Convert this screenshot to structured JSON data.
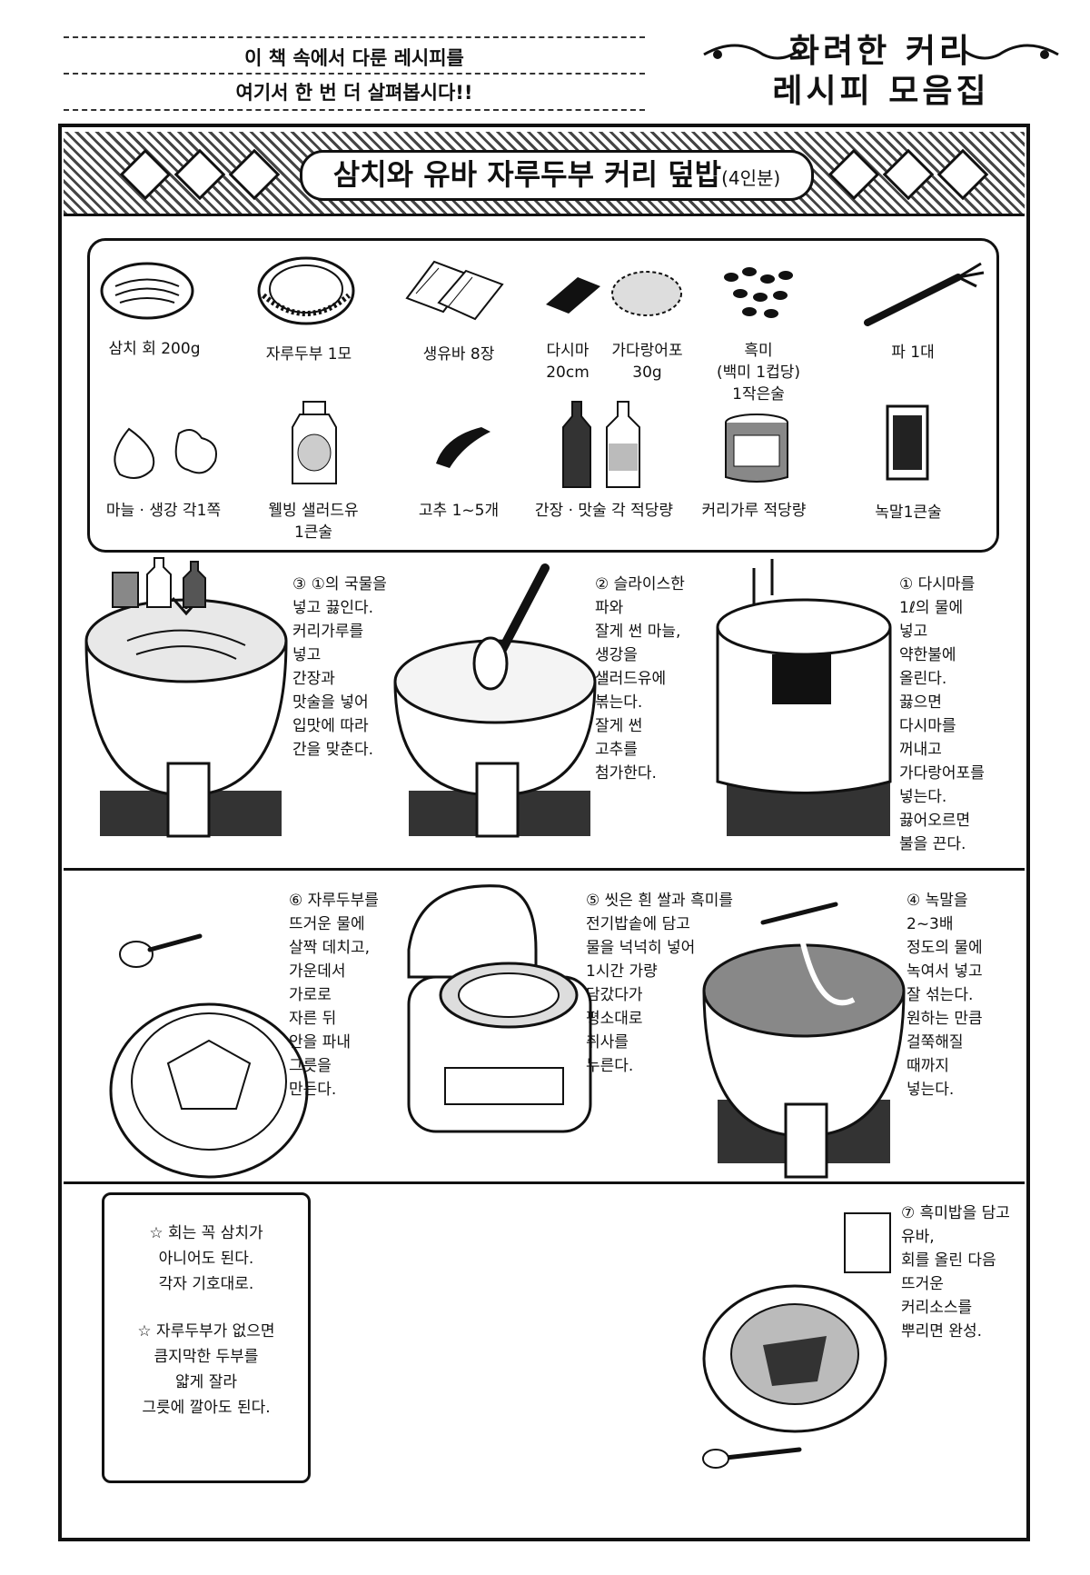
{
  "intro": {
    "line1": "이 책 속에서 다룬 레시피를",
    "line2": "여기서 한 번 더 살펴봅시다!!"
  },
  "series_title": {
    "line1": "화려한 커리",
    "line2": "레시피 모음집"
  },
  "recipe": {
    "title": "삼치와 유바 자루두부 커리 덮밥",
    "serving": "(4인분)"
  },
  "ingredients": [
    {
      "icon": "fish-slices-icon",
      "label": "삼치 회 200g"
    },
    {
      "icon": "zaru-tofu-icon",
      "label": "자루두부 1모"
    },
    {
      "icon": "yuba-icon",
      "label": "생유바 8장"
    },
    {
      "icon": "kelp-icon",
      "label": "다시마\n20cm"
    },
    {
      "icon": "bonito-flakes-icon",
      "label": "가다랑어포\n30g"
    },
    {
      "icon": "black-rice-icon",
      "label": "흑미\n(백미 1컵당)\n1작은술"
    },
    {
      "icon": "green-onion-icon",
      "label": "파 1대"
    },
    {
      "icon": "garlic-ginger-icon",
      "label": "마늘 · 생강 각1쪽"
    },
    {
      "icon": "salad-oil-icon",
      "label": "웰빙 샐러드유\n1큰술"
    },
    {
      "icon": "chili-icon",
      "label": "고추 1~5개"
    },
    {
      "icon": "soy-mirin-bottles-icon",
      "label": "간장 · 맛술 각 적당량"
    },
    {
      "icon": "curry-powder-can-icon",
      "label": "커리가루 적당량"
    },
    {
      "icon": "starch-bag-icon",
      "label": "녹말1큰술"
    }
  ],
  "steps": [
    {
      "num": "①",
      "text": "다시마를\n1ℓ의 물에\n넣고\n약한불에\n올린다.\n끓으면\n다시마를\n꺼내고\n가다랑어포를\n넣는다.\n끓어오르면\n불을 끈다."
    },
    {
      "num": "②",
      "text": "슬라이스한\n파와\n잘게 썬 마늘,\n생강을\n샐러드유에\n볶는다.\n잘게 썬\n고추를\n첨가한다."
    },
    {
      "num": "③",
      "text": "①의 국물을\n넣고 끓인다.\n커리가루를\n넣고\n간장과\n맛술을 넣어\n입맛에 따라\n간을 맞춘다."
    },
    {
      "num": "④",
      "text": "녹말을\n2~3배\n정도의 물에\n녹여서 넣고\n잘 섞는다.\n원하는 만큼\n걸쭉해질\n때까지\n넣는다."
    },
    {
      "num": "⑤",
      "text": "씻은 흰 쌀과 흑미를\n전기밥솥에 담고\n물을 넉넉히 넣어\n1시간 가량\n담갔다가\n평소대로\n취사를\n누른다."
    },
    {
      "num": "⑥",
      "text": "자루두부를\n뜨거운 물에\n살짝 데치고,\n가운데서\n가로로\n자른 뒤\n안을 파내\n그릇을\n만든다."
    },
    {
      "num": "⑦",
      "text": "흑미밥을 담고\n유바,\n회를 올린 다음\n뜨거운\n커리소스를\n뿌리면 완성."
    }
  ],
  "notes": [
    "☆ 회는 꼭 삼치가\n아니어도 된다.\n각자 기호대로.",
    "☆ 자루두부가 없으면\n큼지막한 두부를\n얇게 잘라\n그릇에 깔아도 된다."
  ]
}
